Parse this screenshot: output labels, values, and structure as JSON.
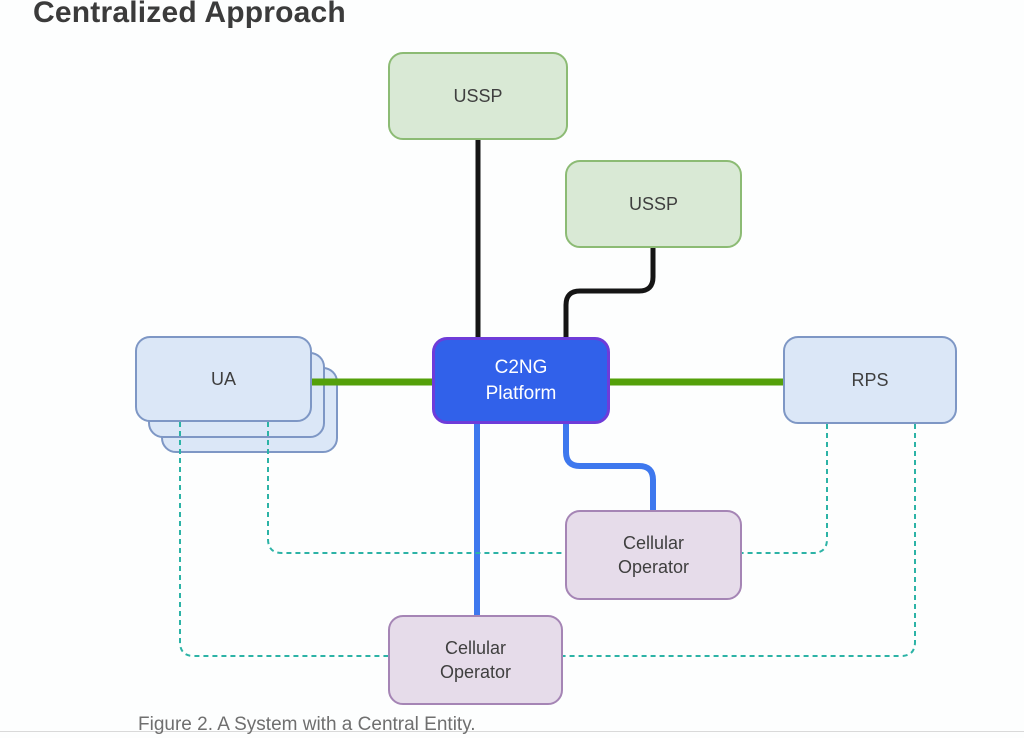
{
  "page": {
    "title": "Centralized Approach",
    "caption": "Figure 2. A System with a Central Entity."
  },
  "diagram": {
    "nodes": [
      {
        "id": "ussp-top",
        "label": "USSP",
        "type": "ussp"
      },
      {
        "id": "ussp-right",
        "label": "USSP",
        "type": "ussp"
      },
      {
        "id": "ua",
        "label": "UA",
        "type": "ua",
        "stacked": true
      },
      {
        "id": "c2ng",
        "label": "C2NG\nPlatform",
        "type": "platform"
      },
      {
        "id": "rps",
        "label": "RPS",
        "type": "rps"
      },
      {
        "id": "cellular-right",
        "label": "Cellular\nOperator",
        "type": "cellular"
      },
      {
        "id": "cellular-bottom",
        "label": "Cellular\nOperator",
        "type": "cellular"
      }
    ],
    "edges": [
      {
        "from": "ussp-top",
        "to": "c2ng",
        "style": "solid-black"
      },
      {
        "from": "ussp-right",
        "to": "c2ng",
        "style": "solid-black"
      },
      {
        "from": "ua",
        "to": "c2ng",
        "style": "solid-green"
      },
      {
        "from": "c2ng",
        "to": "rps",
        "style": "solid-green"
      },
      {
        "from": "c2ng",
        "to": "cellular-bottom",
        "style": "solid-blue"
      },
      {
        "from": "c2ng",
        "to": "cellular-right",
        "style": "solid-blue"
      },
      {
        "from": "ua",
        "to": "cellular-right",
        "style": "dashed-teal"
      },
      {
        "from": "ua",
        "to": "cellular-bottom",
        "style": "dashed-teal"
      },
      {
        "from": "rps",
        "to": "cellular-right",
        "style": "dashed-teal"
      },
      {
        "from": "rps",
        "to": "cellular-bottom",
        "style": "dashed-teal"
      }
    ],
    "colors": {
      "ussp_fill": "#d9e9d5",
      "ussp_border": "#8cbb74",
      "ua_rps_fill": "#dbe7f7",
      "ua_rps_border": "#7e97c5",
      "platform_fill": "#3161ea",
      "platform_border": "#6e3cd9",
      "platform_text": "#ffffff",
      "cellular_fill": "#e6dcea",
      "cellular_border": "#a585b5",
      "edge_black": "#151515",
      "edge_green": "#54a00a",
      "edge_blue": "#3e78ee",
      "edge_teal": "#2cb3a6"
    }
  }
}
